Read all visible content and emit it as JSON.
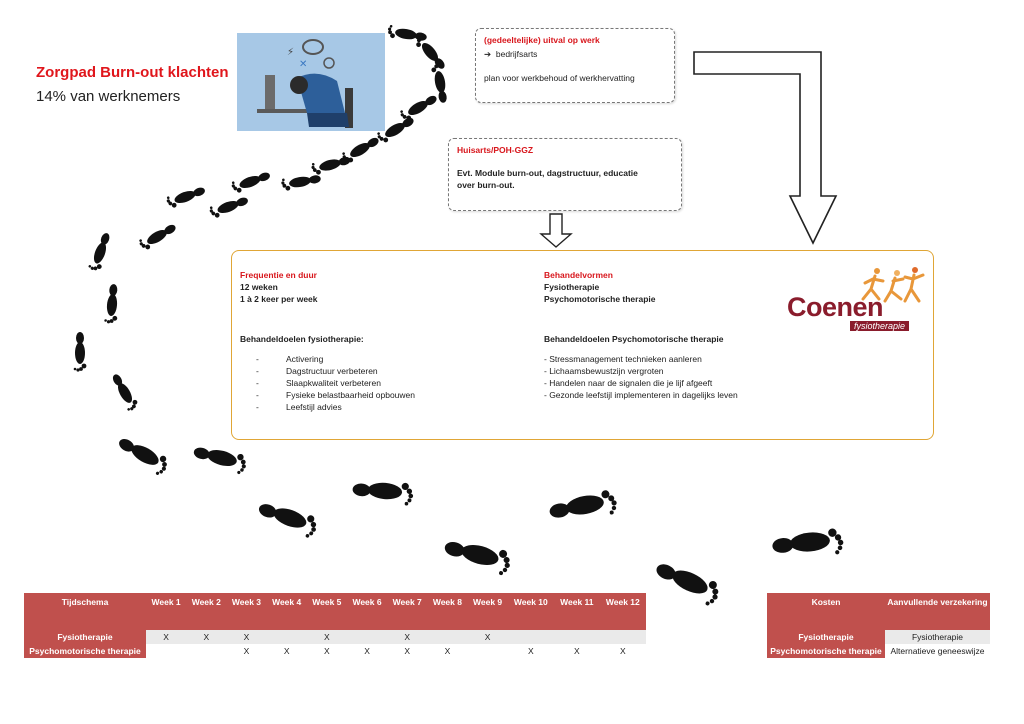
{
  "title": "Zorgpad Burn-out klachten",
  "subtitle": "14% van werknemers",
  "uitval": {
    "heading": "(gedeeltelijke) uitval op werk",
    "item": "bedrijfsarts",
    "text": "plan voor werkbehoud of werkhervatting"
  },
  "huisarts": {
    "heading": "Huisarts/POH-GGZ",
    "line1": "Evt. Module burn-out, dagstructuur, educatie",
    "line2": "over burn-out."
  },
  "main": {
    "freq_heading": "Frequentie en duur",
    "freq_lines": [
      "12 weken",
      "1 à 2 keer per week"
    ],
    "goals_fysio_heading": "Behandeldoelen fysiotherapie:",
    "goals_fysio": [
      "Activering",
      "Dagstructuur verbeteren",
      "Slaapkwaliteit verbeteren",
      "Fysieke belastbaarheid opbouwen",
      "Leefstijl advies"
    ],
    "forms_heading": "Behandelvormen",
    "forms": [
      "Fysiotherapie",
      "Psychomotorische therapie"
    ],
    "goals_pmt_heading": "Behandeldoelen Psychomotorische therapie",
    "goals_pmt": [
      "- Stressmanagement technieken aanleren",
      "- Lichaamsbewustzijn vergroten",
      "- Handelen naar de signalen die je lijf afgeeft",
      "- Gezonde leefstijl implementeren in dagelijks leven"
    ]
  },
  "logo": {
    "name": "Coenen",
    "sub": "fysiotherapie"
  },
  "schedule": {
    "headers": [
      "Tijdschema",
      "Week 1",
      "Week 2",
      "Week 3",
      "Week 4",
      "Week 5",
      "Week 6",
      "Week 7",
      "Week 8",
      "Week 9",
      "Week 10",
      "Week 11",
      "Week 12"
    ],
    "rows": [
      {
        "label": "Fysiotherapie",
        "cells": [
          "X",
          "X",
          "X",
          "",
          "X",
          "",
          "X",
          "",
          "X",
          "",
          "",
          ""
        ]
      },
      {
        "label": "Psychomotorische therapie",
        "cells": [
          "",
          "",
          "X",
          "X",
          "X",
          "X",
          "X",
          "X",
          "",
          "X",
          "X",
          "X"
        ]
      }
    ]
  },
  "costs": {
    "headers": [
      "Kosten",
      "Aanvullende verzekering"
    ],
    "rows": [
      {
        "label": "Fysiotherapie",
        "value": "Fysiotherapie"
      },
      {
        "label": "Psychomotorische therapie",
        "value": "Alternatieve geneeswijze"
      }
    ]
  },
  "colors": {
    "accent_red": "#d8161c",
    "table_header": "#c0504d",
    "box_border": "#e0a636",
    "logo": "#8a1c2c"
  }
}
